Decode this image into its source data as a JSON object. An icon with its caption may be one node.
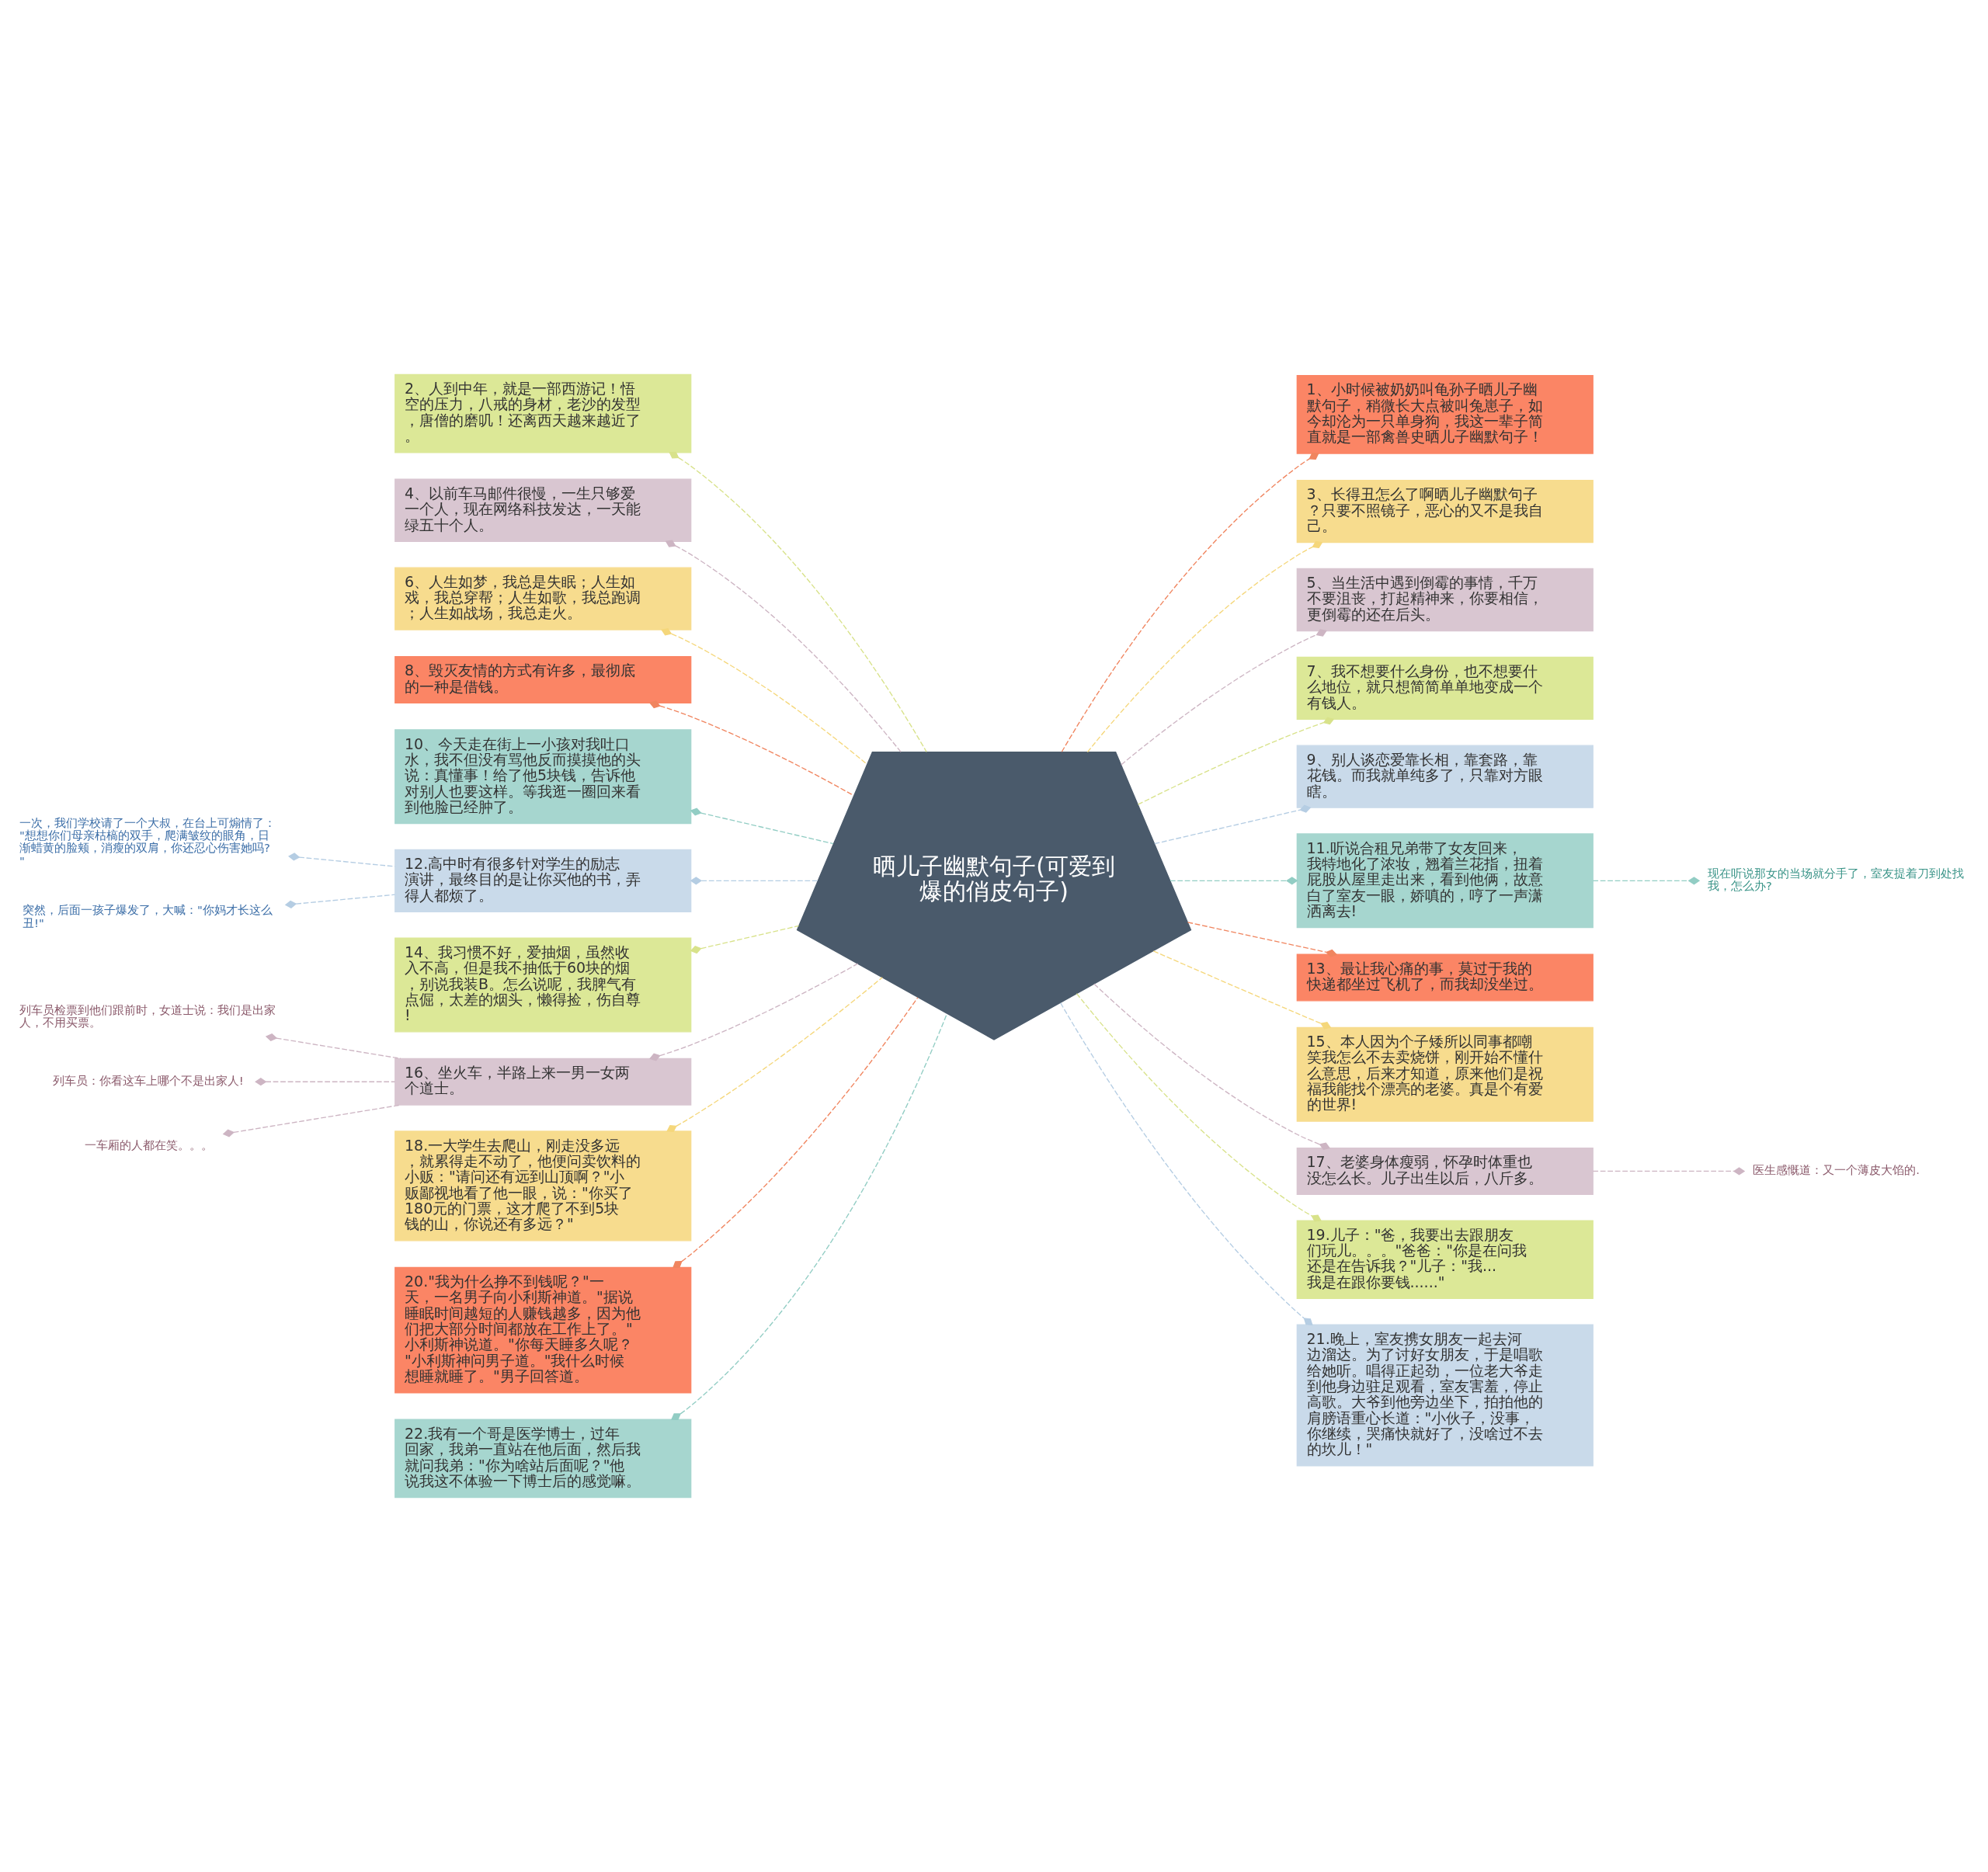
{
  "diagram": {
    "nodes": [
      {
        "text": [
          "晒儿子幽默句子(可爱到爆的俏皮句子)"
        ]
      },
      {
        "text": [
          "1、小时候被奶奶叫龟孙子晒儿子幽默句子，稍微长大点被叫兔崽子，如今却沦为一只单身狗，我这一辈子简直就是一部禽兽史晒儿子幽默句子！"
        ]
      },
      {
        "text": [
          "2、人到中年，就是一部西游记！悟空的压力，八戒的身材，老沙的发型，唐僧的磨叽！还离西天越来越近了。"
        ]
      },
      {
        "text": [
          "3、长得丑怎么了啊晒儿子幽默句子？只要不照镜子，恶心的又不是我自己。"
        ]
      },
      {
        "text": [
          "4、以前车马邮件很慢，一生只够爱一个人，现在网络科技发达，一天能绿五十个人。"
        ]
      },
      {
        "text": [
          "5、当生活中遇到倒霉的事情，千万不要沮丧，打起精神来，你要相信，更倒霉的还在后头。"
        ]
      },
      {
        "text": [
          "6、人生如梦，我总是失眠；人生如戏，我总穿帮；人生如歌，我总跑调；人生如战场，我总走火。"
        ]
      },
      {
        "text": [
          "7、我不想要什么身份，也不想要什么地位，就只想简简单单地变成一个有钱人。"
        ]
      },
      {
        "text": [
          "8、毁灭友情的方式有许多，最彻底的一种是借钱。"
        ]
      },
      {
        "text": [
          "9、别人谈恋爱靠长相，靠套路，靠花钱。而我就单纯多了，只靠对方眼瞎。"
        ]
      },
      {
        "text": [
          "10、今天走在街上一小孩对我吐口水，我不但没有骂他反而摸摸他的头说：真懂事！给了他5块钱，告诉他对别人也要这样。等我逛一圈回来看到他脸已经肿了。"
        ]
      },
      {
        "text": [
          "11.听说合租兄弟带了女友回来，我特地化了浓妆，翘着兰花指，扭着屁股从屋里走出来，看到他俩，故意白了室友一眼，娇嗔的，哼了一声潇洒离去!"
        ]
      },
      {
        "text": [
          "12.高中时有很多针对学生的励志演讲，最终目的是让你买他的书，弄得人都烦了。"
        ]
      },
      {
        "text": [
          "13、最让我心痛的事，莫过于我的快递都坐过飞机了，而我却没坐过。"
        ]
      },
      {
        "text": [
          "14、我习惯不好，爱抽烟，虽然收入不高，但是我不抽低于60块的烟，别说我装B。怎么说呢，我脾气有点倔，太差的烟头，懒得捡，伤自尊!"
        ]
      },
      {
        "text": [
          "15、本人因为个子矮所以同事都嘲笑我怎么不去卖烧饼，刚开始不懂什么意思，后来才知道，原来他们是祝福我能找个漂亮的老婆。真是个有爱的世界!"
        ]
      },
      {
        "text": [
          "16、坐火车，半路上来一男一女两个道士。"
        ]
      },
      {
        "text": [
          "17、老婆身体瘦弱，怀孕时体重也没怎么长。儿子出生以后，八斤多。"
        ]
      },
      {
        "text": [
          "18.一大学生去爬山，刚走没多远，就累得走不动了，他便问卖饮料的小贩：\"请问还有远到山顶啊？\"小贩鄙视地看了他一眼，说：\"你买了180元的门票，这才爬了不到5块钱的山，你说还有多远？\""
        ]
      },
      {
        "text": [
          "19.儿子：\"爸，我要出去跟朋友们玩儿。。。\"爸爸：\"你是在问我还是在告诉我？\"儿子：\"我...我是在跟你要钱......\""
        ]
      },
      {
        "text": [
          "20.\"我为什么挣不到钱呢？\"一天，一名男子向小利斯神道。\"据说睡眠时间越短的人赚钱越多，因为他们把大部分时间都放在工作上了。\"小利斯神说道。\"你每天睡多久呢？\"小利斯神问男子道。\"我什么时候想睡就睡了。\"男子回答道。"
        ]
      },
      {
        "text": [
          "21.晚上，室友携女朋友一起去河边溜达。为了讨好女朋友，于是唱歌给她听。唱得正起劲，一位老大爷走到他身边驻足观看，室友害羞，停止高歌。大爷到他旁边坐下，拍拍他的肩膀语重心长道：\"小伙子，没事，你继续，哭痛快就好了，没啥过不去的坎儿！\""
        ]
      },
      {
        "text": [
          "22.我有一个哥是医学博士，过年回家，我弟一直站在他后面，然后我就问我弟：\"你为啥站后面呢？\"他说我这不体验一下博士后的感觉嘛。"
        ]
      },
      {
        "text": [
          "一次，我们学校请了一个大叔，在台上可煽情了：\"想想你们母亲枯槁的双手，爬满皱纹的眼角，日渐蜡黄的脸颊，消瘦的双肩，你还忍心伤害她吗?\""
        ]
      },
      {
        "text": [
          "突然，后面一孩子爆发了，大喊：\"你妈才长这么丑!\""
        ]
      },
      {
        "text": [
          "列车员检票到他们跟前时，女道士说：我们是出家人，不用买票。"
        ]
      },
      {
        "text": [
          "列车员：你看这车上哪个不是出家人!"
        ]
      },
      {
        "text": [
          "一车厢的人都在笑。。。"
        ]
      },
      {
        "text": [
          "现在听说那女的当场就分手了，室友提着刀到处找我，怎么办?"
        ]
      },
      {
        "text": [
          "医生感慨道：又一个薄皮大馅的."
        ]
      }
    ],
    "edges": [
      {
        "from": 0,
        "to": 1,
        "arrow": "other",
        "style": "dashed",
        "color": "#f0855f"
      },
      {
        "from": 0,
        "to": 2,
        "arrow": "other",
        "style": "dashed",
        "color": "#d8e28a"
      },
      {
        "from": 0,
        "to": 3,
        "arrow": "other",
        "style": "dashed",
        "color": "#f5d77b"
      },
      {
        "from": 0,
        "to": 4,
        "arrow": "other",
        "style": "dashed",
        "color": "#cdb5c3"
      },
      {
        "from": 0,
        "to": 5,
        "arrow": "other",
        "style": "dashed",
        "color": "#cdb5c3"
      },
      {
        "from": 0,
        "to": 6,
        "arrow": "other",
        "style": "dashed",
        "color": "#f5d77b"
      },
      {
        "from": 0,
        "to": 7,
        "arrow": "other",
        "style": "dashed",
        "color": "#d8e28a"
      },
      {
        "from": 0,
        "to": 8,
        "arrow": "other",
        "style": "dashed",
        "color": "#f0855f"
      },
      {
        "from": 0,
        "to": 9,
        "arrow": "other",
        "style": "dashed",
        "color": "#b5cde3"
      },
      {
        "from": 0,
        "to": 10,
        "arrow": "other",
        "style": "dashed",
        "color": "#92cdc4"
      },
      {
        "from": 0,
        "to": 11,
        "arrow": "other",
        "style": "dashed",
        "color": "#92cdc4"
      },
      {
        "from": 0,
        "to": 12,
        "arrow": "other",
        "style": "dashed",
        "color": "#b5cde3"
      },
      {
        "from": 0,
        "to": 13,
        "arrow": "other",
        "style": "dashed",
        "color": "#f0855f"
      },
      {
        "from": 0,
        "to": 14,
        "arrow": "other",
        "style": "dashed",
        "color": "#d8e28a"
      },
      {
        "from": 0,
        "to": 15,
        "arrow": "other",
        "style": "dashed",
        "color": "#f5d77b"
      },
      {
        "from": 0,
        "to": 16,
        "arrow": "other",
        "style": "dashed",
        "color": "#cdb5c3"
      },
      {
        "from": 0,
        "to": 17,
        "arrow": "other",
        "style": "dashed",
        "color": "#cdb5c3"
      },
      {
        "from": 0,
        "to": 18,
        "arrow": "other",
        "style": "dashed",
        "color": "#f5d77b"
      },
      {
        "from": 0,
        "to": 19,
        "arrow": "other",
        "style": "dashed",
        "color": "#d8e28a"
      },
      {
        "from": 0,
        "to": 20,
        "arrow": "other",
        "style": "dashed",
        "color": "#f0855f"
      },
      {
        "from": 0,
        "to": 21,
        "arrow": "other",
        "style": "dashed",
        "color": "#b5cde3"
      },
      {
        "from": 0,
        "to": 22,
        "arrow": "other",
        "style": "dashed",
        "color": "#92cdc4"
      },
      {
        "from": 12,
        "to": 23,
        "arrow": "other",
        "style": "dashed",
        "color": "#b5cde3"
      },
      {
        "from": 12,
        "to": 24,
        "arrow": "other",
        "style": "dashed",
        "color": "#b5cde3"
      },
      {
        "from": 16,
        "to": 25,
        "arrow": "other",
        "style": "dashed",
        "color": "#cdb5c3"
      },
      {
        "from": 16,
        "to": 26,
        "arrow": "other",
        "style": "dashed",
        "color": "#cdb5c3"
      },
      {
        "from": 16,
        "to": 27,
        "arrow": "other",
        "style": "dashed",
        "color": "#cdb5c3"
      },
      {
        "from": 11,
        "to": 28,
        "arrow": "other",
        "style": "dashed",
        "color": "#92cdc4"
      },
      {
        "from": 17,
        "to": 29,
        "arrow": "other",
        "style": "dashed",
        "color": "#cdb5c3"
      }
    ]
  }
}
